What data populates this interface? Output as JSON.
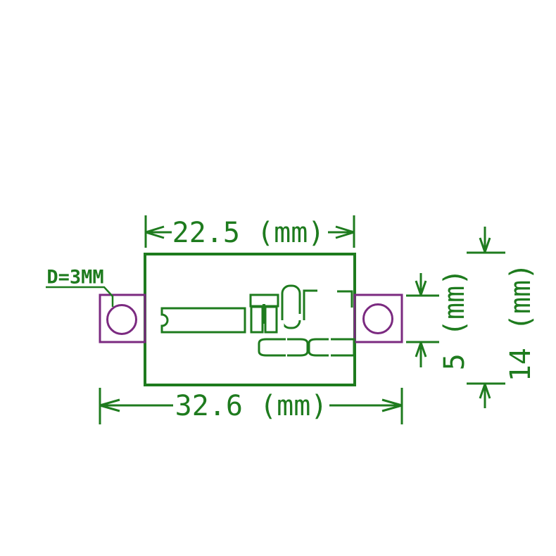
{
  "colors": {
    "line_green": "#1e7b1e",
    "line_purple": "#7b2a80",
    "background": "#ffffff"
  },
  "labels": {
    "top_width": "22.5 (mm)",
    "overall_width": "32.6 (mm)",
    "tab_height": "5 (mm)",
    "board_height": "14 (mm)",
    "hole_diameter": "D=3MM"
  }
}
